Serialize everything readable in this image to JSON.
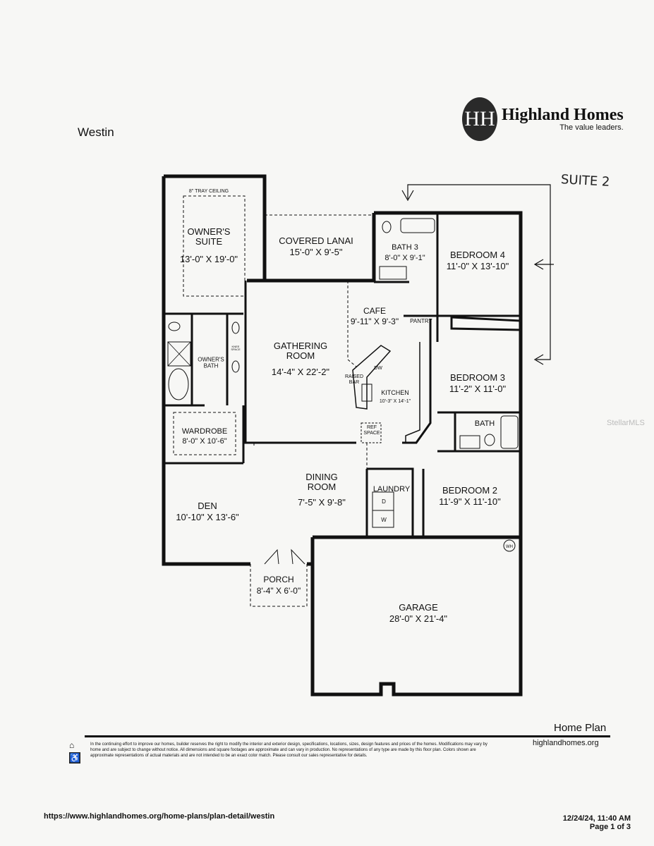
{
  "header": {
    "plan_name": "Westin",
    "brand": "Highland Homes",
    "tagline": "The value leaders.",
    "logo_letters": "HH"
  },
  "annotation": "SUITE 2",
  "rooms": [
    {
      "name": "OWNER'S SUITE",
      "dims": "13'-0\" X 19'-0\"",
      "note": "8\" TRAY CEILING"
    },
    {
      "name": "COVERED LANAI",
      "dims": "15'-0\" X 9'-5\""
    },
    {
      "name": "BATH 3",
      "dims": "8'-0\" X 9'-1\""
    },
    {
      "name": "BEDROOM 4",
      "dims": "11'-0\" X 13'-10\""
    },
    {
      "name": "CAFE",
      "dims": "9'-11\" X 9'-3\""
    },
    {
      "name": "PANTRY"
    },
    {
      "name": "GATHERING ROOM",
      "dims": "14'-4\" X 22'-2\""
    },
    {
      "name": "OWNER'S BATH"
    },
    {
      "name": "KNEE SPACE"
    },
    {
      "name": "RAISED BAR"
    },
    {
      "name": "DW"
    },
    {
      "name": "KITCHEN",
      "dims": "10'-3\" X 14'-1\""
    },
    {
      "name": "REF SPACE"
    },
    {
      "name": "BEDROOM 3",
      "dims": "11'-2\" X 11'-0\""
    },
    {
      "name": "BATH"
    },
    {
      "name": "WARDROBE",
      "dims": "8'-0\" X 10'-6\""
    },
    {
      "name": "DINING ROOM",
      "dims": "7'-5\" X 9'-8\""
    },
    {
      "name": "LAUNDRY"
    },
    {
      "name": "D"
    },
    {
      "name": "W"
    },
    {
      "name": "BEDROOM 2",
      "dims": "11'-9\" X 11'-10\""
    },
    {
      "name": "DEN",
      "dims": "10'-10\" X 13'-6\""
    },
    {
      "name": "WH"
    },
    {
      "name": "PORCH",
      "dims": "8'-4\" X 6'-0\""
    },
    {
      "name": "GARAGE",
      "dims": "28'-0\" X 21'-4\""
    }
  ],
  "footer": {
    "home_plan": "Home Plan",
    "site": "highlandhomes.org",
    "disclaimer": "In the continuing effort to improve our homes, builder reserves the right to modify the interior and exterior design, specifications, locations, sizes, design features and prices of the homes. Modifications may vary by home and are subject to change without notice. All dimensions and square footages are approximate and can vary in production. No representations of any type are made by this floor plan. Colors shown are approximate representations of actual materials and are not intended to be an exact color match. Please consult our sales representative for details.",
    "url": "https://www.highlandhomes.org/home-plans/plan-detail/westin",
    "datetime": "12/24/24, 11:40 AM",
    "page": "Page 1 of 3",
    "watermark": "StellarMLS"
  }
}
